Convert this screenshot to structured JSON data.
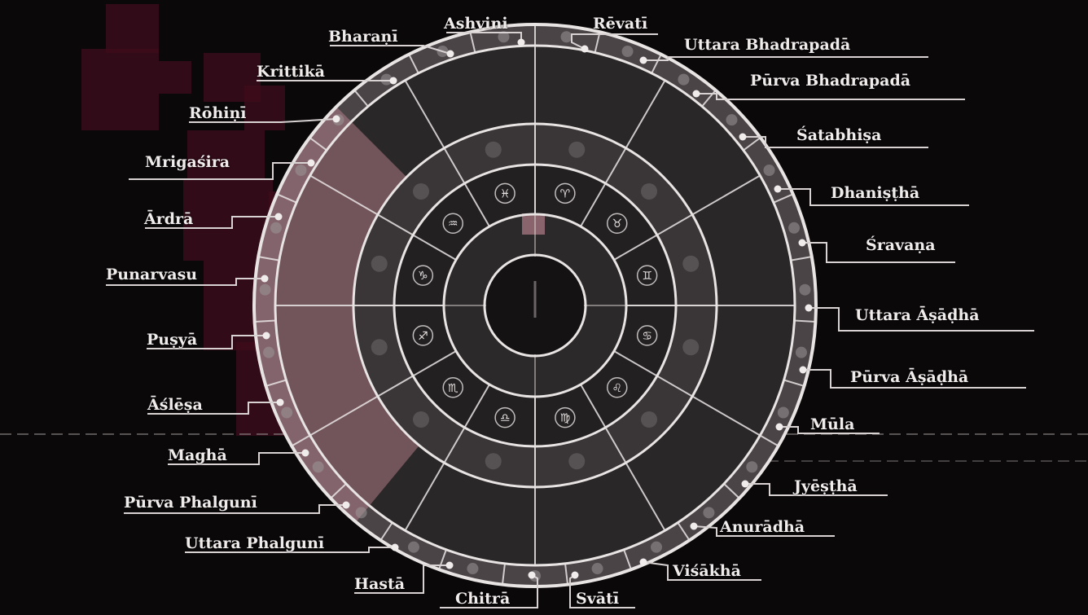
{
  "theme": {
    "background": "#0a0809",
    "accent_pink": "#c98c9a",
    "ring_color": "#e9e4e4",
    "block_maroon": "#3f0c1c"
  },
  "nakshatras": [
    "Ashvini",
    "Bharaṇī",
    "Krittikā",
    "Rōhiṇī",
    "Mrigaśira",
    "Ārdrā",
    "Punarvasu",
    "Puṣyā",
    "Āślēṣa",
    "Maghā",
    "Pūrva Phalgunī",
    "Uttara Phalgunī",
    "Hastā",
    "Chitrā",
    "Svātī",
    "Viśākhā",
    "Anurādhā",
    "Jyēṣṭhā",
    "Mūla",
    "Pūrva Āṣāḍhā",
    "Uttara Āṣāḍhā",
    "Śravaṇa",
    "Dhaniṣṭhā",
    "Śatabhiṣa",
    "Pūrva Bhadrapadā",
    "Uttara Bhadrapadā",
    "Rēvatī"
  ],
  "zodiac_icons": [
    "aries-icon",
    "taurus-icon",
    "gemini-icon",
    "cancer-icon",
    "leo-icon",
    "virgo-icon",
    "libra-icon",
    "scorpio-icon",
    "sagittarius-icon",
    "capricorn-icon",
    "aquarius-icon",
    "pisces-icon"
  ],
  "zodiac_glyphs": [
    "♈",
    "♉",
    "♊",
    "♋",
    "♌",
    "♍",
    "♎",
    "♏",
    "♐",
    "♑",
    "♒",
    "♓"
  ]
}
